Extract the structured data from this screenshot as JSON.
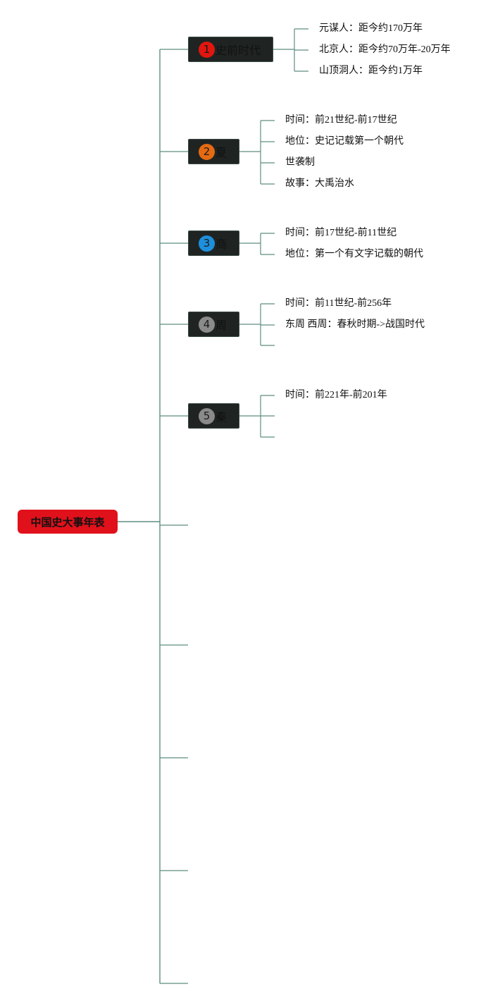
{
  "root": {
    "label": "中国史大事年表"
  },
  "line_color": "#5d8e80",
  "nodes": [
    {
      "number": "1",
      "label": "史前时代",
      "badge_color": "#e0160f",
      "children": [
        "元谋人：距今约170万年",
        "北京人：距今约70万年-20万年",
        "山顶洞人：距今约1万年"
      ]
    },
    {
      "number": "2",
      "label": "夏",
      "badge_color": "#e56a12",
      "children": [
        "时间：前21世纪-前17世纪",
        "地位：史记记载第一个朝代",
        "世袭制",
        "故事：大禹治水"
      ]
    },
    {
      "number": "3",
      "label": "商",
      "badge_color": "#1e8fdc",
      "children": [
        "时间：前17世纪-前11世纪",
        "地位：第一个有文字记载的朝代"
      ]
    },
    {
      "number": "4",
      "label": "周",
      "badge_color": "#8a8a8a",
      "children": [
        "时间：前11世纪-前256年",
        "东周 西周：春秋时期->战国时代",
        ""
      ]
    },
    {
      "number": "5",
      "label": "秦",
      "badge_color": "#8a8a8a",
      "children": [
        "时间：前221年-前201年",
        "",
        ""
      ]
    }
  ]
}
